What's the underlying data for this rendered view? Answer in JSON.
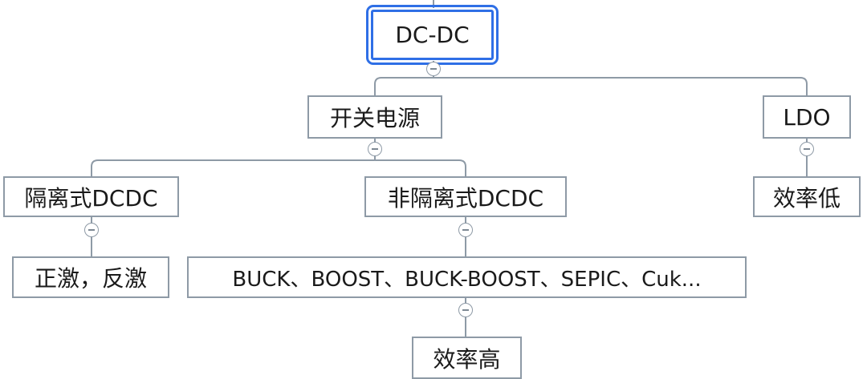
{
  "colors": {
    "connector": "#8e9aa6",
    "node_border": "#8e9aa6",
    "selected_border": "#2f6fe6",
    "text": "#1a1a1a"
  },
  "nodes": {
    "root": "DC-DC",
    "switching": "开关电源",
    "ldo": "LDO",
    "isolated": "隔离式DCDC",
    "non_isolated": "非隔离式DCDC",
    "ldo_efficiency": "效率低",
    "isolated_types": "正激，反激",
    "non_isolated_types": "BUCK、BOOST、BUCK-BOOST、SEPIC、Cuk...",
    "non_isolated_efficiency": "效率高"
  },
  "icons": {
    "collapse": "collapse-minus-icon"
  }
}
